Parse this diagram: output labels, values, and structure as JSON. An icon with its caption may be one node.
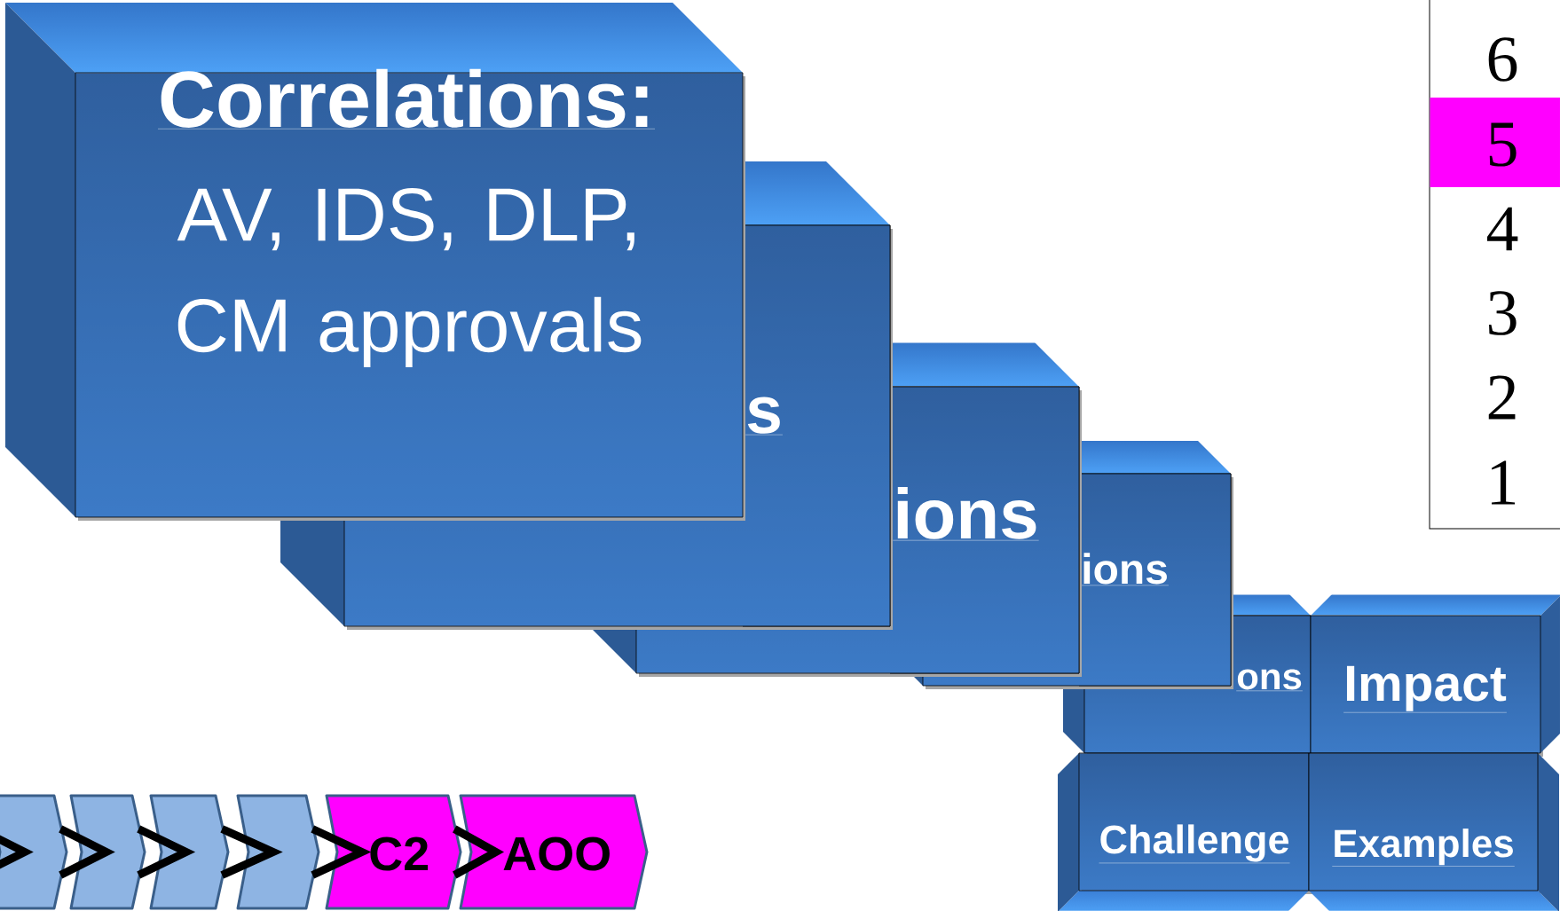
{
  "diagram": {
    "nodes": [
      {
        "text": [
          "Correlations:",
          "AV, IDS, DLP, CM approvals"
        ]
      },
      {
        "text": [
          "s"
        ]
      },
      {
        "text": [
          "ions"
        ]
      },
      {
        "text": [
          "ions"
        ]
      },
      {
        "text": [
          "ons"
        ]
      },
      {
        "text": [
          "Impact"
        ]
      },
      {
        "text": [
          "Challenge"
        ]
      },
      {
        "text": [
          "Examples"
        ]
      },
      {
        "text": [
          "6",
          "5",
          "4",
          "3",
          "2",
          "1"
        ]
      },
      {
        "text": [],
        "shape": "chevron"
      },
      {
        "text": [],
        "shape": "chevron"
      },
      {
        "text": [],
        "shape": "chevron"
      },
      {
        "text": [],
        "shape": "chevron"
      },
      {
        "text": [
          "C2"
        ]
      },
      {
        "text": [
          "AOO"
        ]
      }
    ],
    "edges": [
      {
        "from": null,
        "to": 9,
        "arrow": "to"
      },
      {
        "from": 9,
        "to": 10,
        "arrow": "to"
      },
      {
        "from": 10,
        "to": 11,
        "arrow": "to"
      },
      {
        "from": 11,
        "to": 12,
        "arrow": "to"
      },
      {
        "from": 12,
        "to": 13,
        "arrow": "to"
      },
      {
        "from": 13,
        "to": 14,
        "arrow": "to"
      }
    ]
  }
}
